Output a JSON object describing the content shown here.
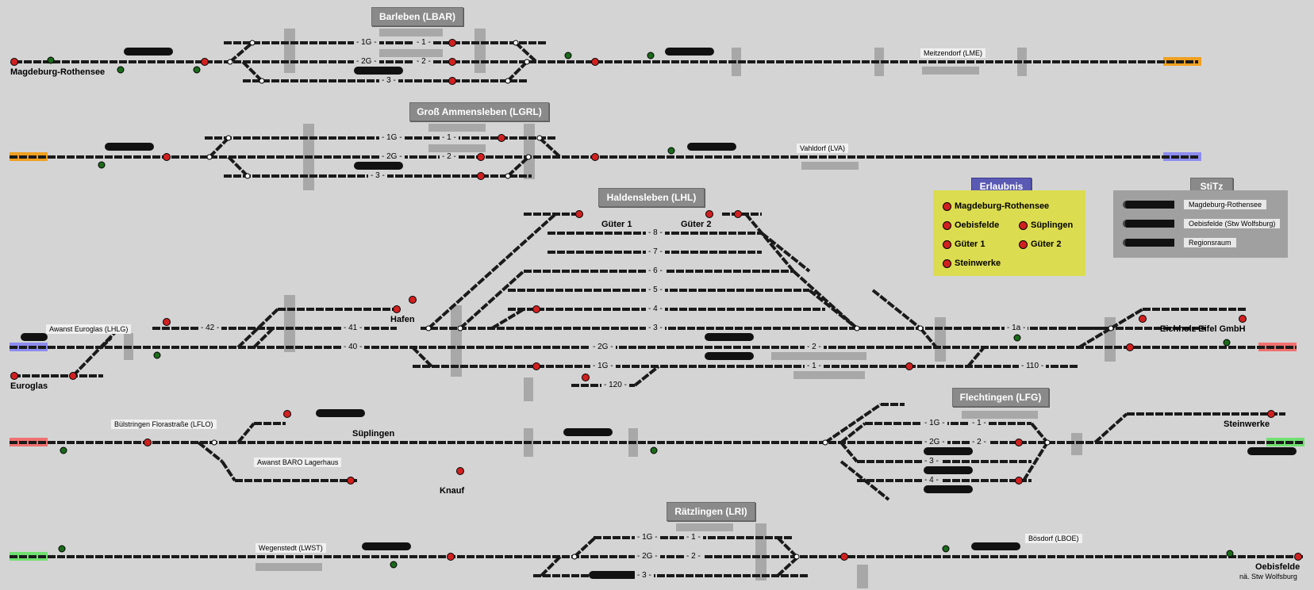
{
  "stations": {
    "barleben": "Barleben (LBAR)",
    "gross_ammensleben": "Groß Ammensleben (LGRL)",
    "haldensleben": "Haldensleben (LHL)",
    "flechtingen": "Flechtingen (LFG)",
    "raetzlingen": "Rätzlingen (LRI)"
  },
  "places": {
    "magdeburg_rothensee": "Magdeburg-Rothensee",
    "meitzendorf": "Meitzendorf (LME)",
    "vahldorf": "Vahldorf (LVA)",
    "awanst_euroglas": "Awanst Euroglas (LHLG)",
    "euroglas": "Euroglas",
    "hafen": "Hafen",
    "gueter1": "Güter 1",
    "gueter2": "Güter 2",
    "eichholz": "Eichholz Eifel GmbH",
    "buelstringen": "Bülstringen Florastraße (LFLO)",
    "sueplingen": "Süplingen",
    "awanst_baro": "Awanst BARO Lagerhaus",
    "knauf": "Knauf",
    "steinwerke": "Steinwerke",
    "wegenstedt": "Wegenstedt (LWST)",
    "boesdorf": "Bösdorf (LBOE)",
    "oebisfelde": "Oebisfelde",
    "oebisfelde_sub": "nä. Stw Wolfsburg"
  },
  "tracks": {
    "barleben": [
      "- 1G -",
      "- 1 -",
      "- 2G -",
      "- 2 -",
      "- 3 -"
    ],
    "gross": [
      "- 1G -",
      "- 1 -",
      "- 2G -",
      "- 2 -",
      "- 3 -"
    ],
    "hal_upper": [
      "- 8 -",
      "- 7 -",
      "- 6 -",
      "- 5 -",
      "- 4 -",
      "- 3 -"
    ],
    "hal_mid": [
      "- 42 -",
      "- 41 -",
      "- 40 -",
      "- 2G -",
      "- 2 -",
      "- 1G -",
      "- 1 -",
      "- 120 -",
      "- 110 -",
      "- 1a -"
    ],
    "flechtingen": [
      "- 1G -",
      "- 1 -",
      "- 2G -",
      "- 2 -",
      "- 3 -",
      "- 4 -"
    ],
    "raetzlingen": [
      "- 1G -",
      "- 1 -",
      "- 2G -",
      "- 2 -",
      "- 3 -"
    ]
  },
  "erlaubnis": {
    "title": "Erlaubnis",
    "items": [
      "Magdeburg-Rothensee",
      "Oebisfelde",
      "Süplingen",
      "Güter 1",
      "Güter 2",
      "Steinwerke"
    ]
  },
  "stitz": {
    "title": "StiTz",
    "items": [
      "Magdeburg-Rothensee",
      "Oebisfelde (Stw Wolfsburg)",
      "Regionsraum"
    ]
  },
  "colors": {
    "background": "#d4d4d4",
    "track": "#1a1a1a",
    "signal_red": "#d02020",
    "signal_green": "#1a6a1a",
    "orange_block": "#f0a020",
    "blue_block": "#8c8cf0",
    "red_block": "#f07070",
    "green_block": "#70e070",
    "erlaubnis_bg": "#dcdc50",
    "stitz_bg": "#a0a0a0"
  }
}
